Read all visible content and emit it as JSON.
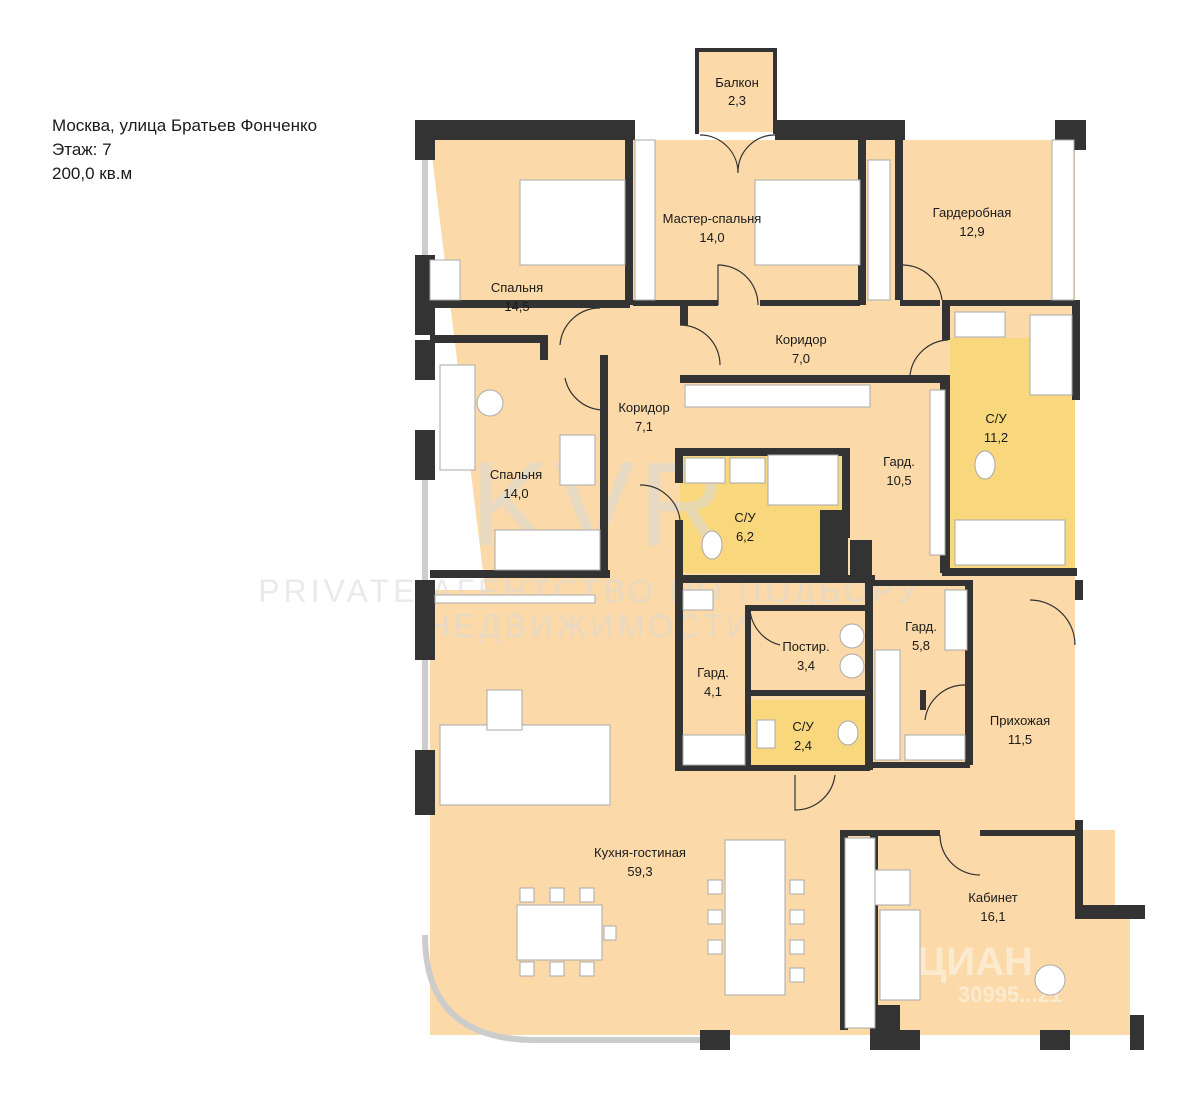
{
  "header": {
    "address": "Москва, улица Братьев Фонченко",
    "floor": "Этаж: 7",
    "area": "200,0 кв.м"
  },
  "colors": {
    "floor": "#fbd9a8",
    "bathroom": "#f9d77c",
    "wall": "#333333",
    "furniture": "#ffffff"
  },
  "rooms": [
    {
      "name": "Балкон",
      "area": "2,3"
    },
    {
      "name": "Мастер-спальня",
      "area": "14,0"
    },
    {
      "name": "Гардеробная",
      "area": "12,9"
    },
    {
      "name": "Спальня",
      "area": "14,5"
    },
    {
      "name": "Коридор",
      "area": "7,0"
    },
    {
      "name": "Коридор",
      "area": "7,1"
    },
    {
      "name": "С/У",
      "area": "11,2"
    },
    {
      "name": "Спальня",
      "area": "14,0"
    },
    {
      "name": "Гард.",
      "area": "10,5"
    },
    {
      "name": "С/У",
      "area": "6,2"
    },
    {
      "name": "Гард.",
      "area": "5,8"
    },
    {
      "name": "Постир.",
      "area": "3,4"
    },
    {
      "name": "Гард.",
      "area": "4,1"
    },
    {
      "name": "С/У",
      "area": "2,4"
    },
    {
      "name": "Прихожая",
      "area": "11,5"
    },
    {
      "name": "Кухня-гостиная",
      "area": "59,3"
    },
    {
      "name": "Кабинет",
      "area": "16,1"
    }
  ],
  "watermark": {
    "logo": "KVR",
    "line1": "PRIVATE АГЕНТСТВО ПО ПОДБОРУ",
    "line2": "НЕДВИЖИМОСТИ",
    "cian": "ЦИАН",
    "cian_id": "30995...21"
  }
}
